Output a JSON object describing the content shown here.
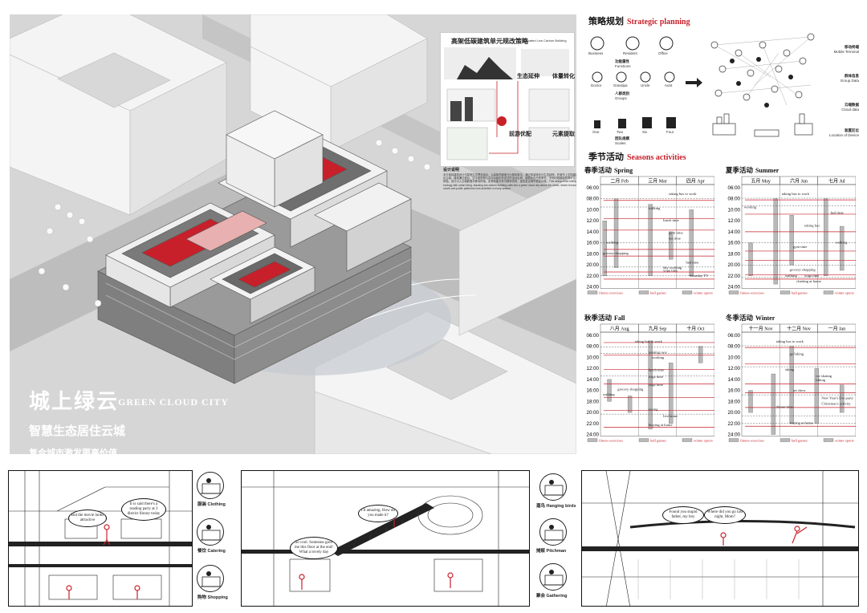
{
  "title": {
    "cn": "城上绿云",
    "en": "GREEN CLOUD CITY",
    "subtitle": "智慧生态居住云城",
    "tagline": "复合城市激发更高价值"
  },
  "inset": {
    "title": "高架低碳建筑单元规改策略",
    "subtitle": "Elevated Low Carbon Building",
    "labels": [
      "生态延伸",
      "体量转化",
      "前游优配",
      "元素提取"
    ]
  },
  "description": {
    "heading": "设计说明",
    "text": "本方案将建筑设计与智慧生态理念结合，以高架低碳单元为基本单位，通过体量转化与生态延伸，在城市上空构建绿色社区云城。建筑通过退台、空中庭院和公共平台组织多层次的活动空间，使居民在不同季节、不同时段都能获得丰富的交往体验。设计引入云端数据与移动终端，实现功能共享与群体协同，激发复合城市更高价值。This design links intelligent ecology with urban living, stacking low carbon building units into a green cloud city above the street, where terraces, sky courts and public platforms host activities in every season."
  },
  "strategy": {
    "heading_cn": "策略规划",
    "heading_en": "Strategic planning",
    "functions": [
      "Business",
      "Resident",
      "Office"
    ],
    "functions_label": {
      "cn": "功能属性",
      "en": "Functions"
    },
    "groups": [
      "Doctor",
      "Grandpa",
      "Uncle",
      "Aunt"
    ],
    "groups_label": {
      "cn": "人群类别",
      "en": "Groups"
    },
    "scales": [
      "One",
      "Two",
      "Six",
      "Four"
    ],
    "scales_label": {
      "cn": "团队规模",
      "en": "Scales"
    },
    "legend": [
      {
        "cn": "移动终端",
        "en": "Mobile Terminal"
      },
      {
        "cn": "群体信息",
        "en": "Group Data"
      },
      {
        "cn": "云端数据",
        "en": "Cloud data"
      },
      {
        "cn": "装置区位",
        "en": "Location of Device"
      }
    ]
  },
  "seasons": {
    "heading_cn": "季节活动",
    "heading_en": "Seasons activities",
    "times": [
      "06:00",
      "08:00",
      "10:00",
      "12:00",
      "14:00",
      "16:00",
      "18:00",
      "20:00",
      "22:00",
      "24:00"
    ],
    "legend": [
      "fitness exercises",
      "ball games",
      "winter sports"
    ],
    "panels": [
      {
        "title_cn": "春季活动",
        "title_en": "Spring",
        "months": [
          "二月 Feb",
          "三月 Mar",
          "四月 Apr"
        ],
        "labels": [
          [
            "taking bus to work",
            0.6,
            7.3
          ],
          [
            "walking",
            0.42,
            9.9
          ],
          [
            "lunch time",
            0.55,
            12.1
          ],
          [
            "gym time",
            0.6,
            14.4
          ],
          [
            "tea time",
            0.6,
            15.4
          ],
          [
            "walking",
            0.05,
            16.1
          ],
          [
            "grocery shopping",
            0.02,
            18.1
          ],
          [
            "bed time",
            0.75,
            19.8
          ],
          [
            "day working",
            0.55,
            20.7
          ],
          [
            "yoga time",
            0.55,
            21.2
          ],
          [
            "Saturday TV",
            0.78,
            22.2
          ]
        ]
      },
      {
        "title_cn": "夏季活动",
        "title_en": "Summer",
        "months": [
          "五月 May",
          "六月 Jun",
          "七月 Jul"
        ],
        "labels": [
          [
            "taking bus to work",
            0.35,
            7.3
          ],
          [
            "working",
            0.02,
            9.7
          ],
          [
            "bed time",
            0.78,
            10.7
          ],
          [
            "taking bus",
            0.55,
            13.1
          ],
          [
            "walking",
            0.82,
            16.1
          ],
          [
            "gym time",
            0.45,
            16.9
          ],
          [
            "grocery shopping",
            0.42,
            21.1
          ],
          [
            "walking",
            0.38,
            22.2
          ],
          [
            "yoga time",
            0.55,
            22.2
          ],
          [
            "chatting at home",
            0.48,
            23.2
          ]
        ]
      },
      {
        "title_cn": "秋季活动",
        "title_en": "Fall",
        "months": [
          "八月 Aug",
          "九月 Sep",
          "十月 Oct"
        ],
        "labels": [
          [
            "taking bus to work",
            0.3,
            7.3
          ],
          [
            "running race",
            0.42,
            9.3
          ],
          [
            "working",
            0.45,
            10.2
          ],
          [
            "lunch time",
            0.42,
            12.5
          ],
          [
            "yoga time",
            0.42,
            13.7
          ],
          [
            "grocery shopping",
            0.15,
            16.0
          ],
          [
            "yoga time",
            0.42,
            15.2
          ],
          [
            "walking",
            0.02,
            16.9
          ],
          [
            "seeing",
            0.42,
            19.6
          ],
          [
            "live home",
            0.55,
            20.9
          ],
          [
            "Staying at home",
            0.42,
            22.5
          ]
        ]
      },
      {
        "title_cn": "冬季活动",
        "title_en": "Winter",
        "months": [
          "十一月 Nov",
          "十二月 Nov",
          "一月 Jan"
        ],
        "labels": [
          [
            "taking bus to work",
            0.3,
            7.3
          ],
          [
            "go hiking",
            0.42,
            9.6
          ],
          [
            "skiing",
            0.38,
            12.4
          ],
          [
            "ice skating",
            0.65,
            13.6
          ],
          [
            "hiking",
            0.65,
            14.3
          ],
          [
            "art show",
            0.45,
            16.2
          ],
          [
            "New Year's Eve party",
            0.7,
            17.6
          ],
          [
            "Christmas's activity",
            0.7,
            18.6
          ],
          [
            "dinner time",
            0.3,
            19.2
          ],
          [
            "staying at home",
            0.42,
            22.1
          ]
        ]
      }
    ]
  },
  "section1": {
    "bubbles": [
      "But the movie looks attractive",
      "It is said there's a reading party at 3 district library today"
    ],
    "icons": [
      {
        "cn": "服装",
        "en": "Clothing",
        "icon": "hanger-icon"
      },
      {
        "cn": "餐饮",
        "en": "Catering",
        "icon": "dining-icon"
      },
      {
        "cn": "购物",
        "en": "Shopping",
        "icon": "shopping-icon"
      }
    ]
  },
  "section2": {
    "bubbles": [
      "I'll amazing. How do you made it?",
      "So cool. Someone gave me this floor at the end! What a lovely day"
    ],
    "icons": [
      {
        "cn": "遛鸟",
        "en": "Hanging birds",
        "icon": "birdcage-icon"
      },
      {
        "cn": "摊贩",
        "en": "Pitchman",
        "icon": "stall-icon"
      },
      {
        "cn": "聚会",
        "en": "Gathering",
        "icon": "gathering-icon"
      }
    ]
  },
  "section3": {
    "bubbles": [
      "Found you stupid father, my boy",
      "Where did you go last night, Mom?"
    ]
  },
  "colors": {
    "accent": "#c8202a",
    "gray": "#d9d9d9",
    "bar": "#b9b9b9"
  }
}
